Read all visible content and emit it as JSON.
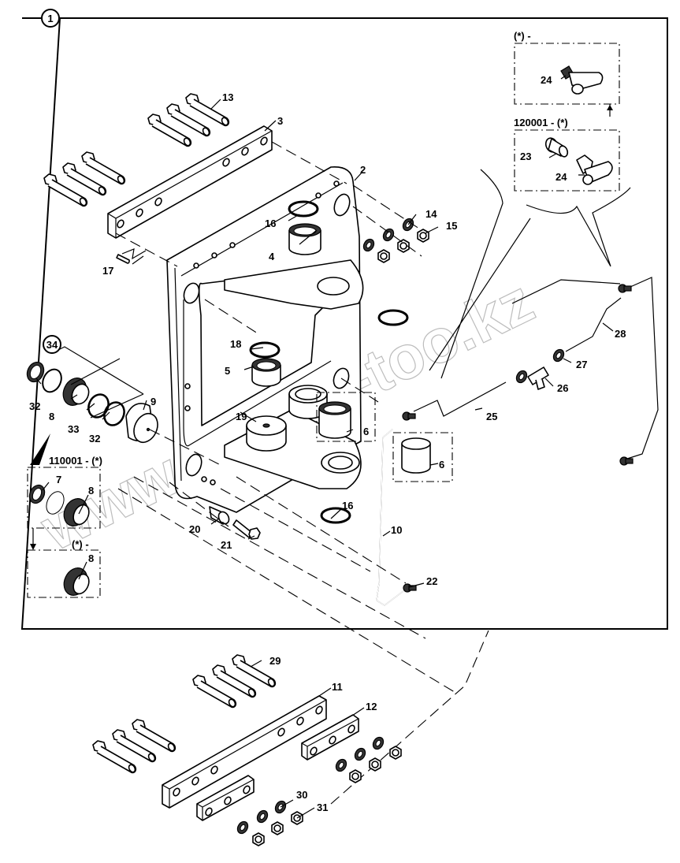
{
  "diagram": {
    "title": "Exploded parts diagram",
    "group_callout": "1",
    "watermark": "www.simon-too.kz",
    "variant_boxes": [
      {
        "id": "top-right-star",
        "label": "(*) -",
        "parts": [
          "24"
        ]
      },
      {
        "id": "top-right-120001",
        "label": "120001 - (*)",
        "parts": [
          "23",
          "24"
        ]
      },
      {
        "id": "left-110001",
        "label": "110001 - (*)",
        "parts": [
          "7",
          "8"
        ]
      },
      {
        "id": "left-star",
        "label": "(*) -",
        "parts": [
          "8"
        ]
      },
      {
        "id": "bushing-6-detail",
        "label": "",
        "parts": [
          "6"
        ]
      }
    ],
    "callouts": [
      {
        "id": "2",
        "text": "2"
      },
      {
        "id": "3",
        "text": "3"
      },
      {
        "id": "4",
        "text": "4"
      },
      {
        "id": "5",
        "text": "5"
      },
      {
        "id": "6a",
        "text": "6"
      },
      {
        "id": "6b",
        "text": "6"
      },
      {
        "id": "7",
        "text": "7"
      },
      {
        "id": "8a",
        "text": "8"
      },
      {
        "id": "8b",
        "text": "8"
      },
      {
        "id": "8c",
        "text": "8"
      },
      {
        "id": "9",
        "text": "9"
      },
      {
        "id": "10",
        "text": "10"
      },
      {
        "id": "11",
        "text": "11"
      },
      {
        "id": "12",
        "text": "12"
      },
      {
        "id": "13",
        "text": "13"
      },
      {
        "id": "14",
        "text": "14"
      },
      {
        "id": "15",
        "text": "15"
      },
      {
        "id": "16a",
        "text": "16"
      },
      {
        "id": "16b",
        "text": "16"
      },
      {
        "id": "17",
        "text": "17"
      },
      {
        "id": "18",
        "text": "18"
      },
      {
        "id": "19",
        "text": "19"
      },
      {
        "id": "20",
        "text": "20"
      },
      {
        "id": "21",
        "text": "21"
      },
      {
        "id": "22",
        "text": "22"
      },
      {
        "id": "23",
        "text": "23"
      },
      {
        "id": "24a",
        "text": "24"
      },
      {
        "id": "24b",
        "text": "24"
      },
      {
        "id": "25",
        "text": "25"
      },
      {
        "id": "26",
        "text": "26"
      },
      {
        "id": "27",
        "text": "27"
      },
      {
        "id": "28",
        "text": "28"
      },
      {
        "id": "29",
        "text": "29"
      },
      {
        "id": "30",
        "text": "30"
      },
      {
        "id": "31",
        "text": "31"
      },
      {
        "id": "32a",
        "text": "32"
      },
      {
        "id": "32b",
        "text": "32"
      },
      {
        "id": "33",
        "text": "33"
      },
      {
        "id": "34",
        "text": "34"
      }
    ]
  }
}
